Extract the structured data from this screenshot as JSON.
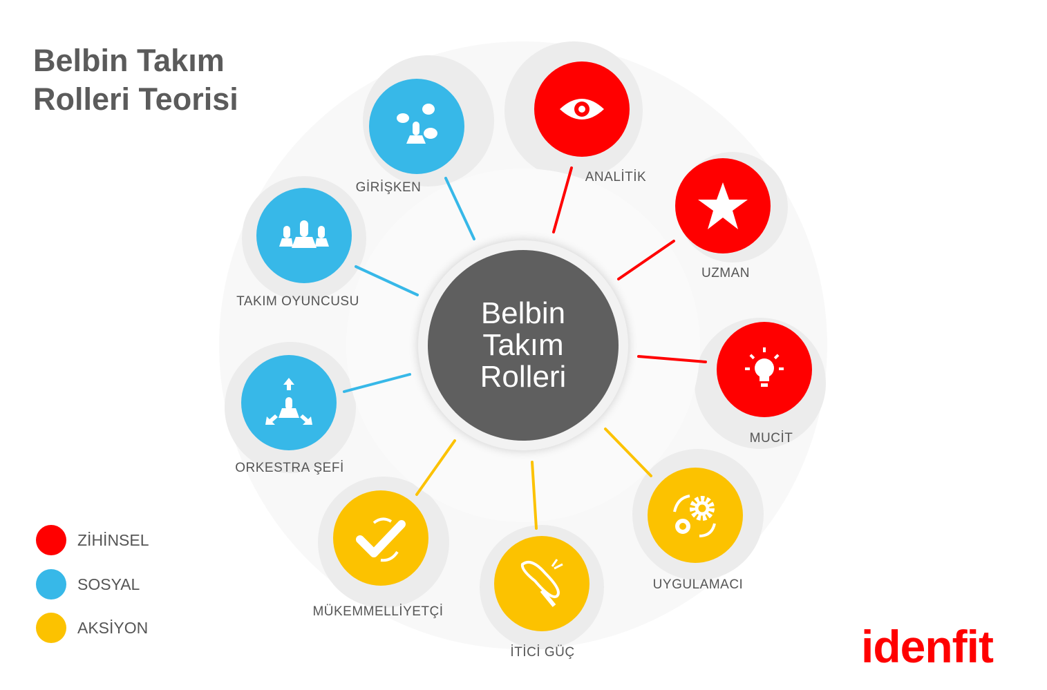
{
  "title": {
    "line1": "Belbin Takım",
    "line2": "Rolleri Teorisi"
  },
  "center": {
    "line1": "Belbin",
    "line2": "Takım",
    "line3": "Rolleri"
  },
  "colors": {
    "zihinsel": "#ff0000",
    "sosyal": "#37b8e8",
    "aksiyon": "#fcc200",
    "center": "#5f5f5f",
    "band": "#efefef"
  },
  "roles": [
    {
      "label": "GİRİŞKEN",
      "category": "sosyal",
      "icon": "speech-bubbles-icon"
    },
    {
      "label": "ANALİTİK",
      "category": "zihinsel",
      "icon": "eye-icon"
    },
    {
      "label": "UZMAN",
      "category": "zihinsel",
      "icon": "star-icon"
    },
    {
      "label": "MUCİT",
      "category": "zihinsel",
      "icon": "lightbulb-icon"
    },
    {
      "label": "UYGULAMACI",
      "category": "aksiyon",
      "icon": "gears-icon"
    },
    {
      "label": "İTİCİ GÜÇ",
      "category": "aksiyon",
      "icon": "whip-icon"
    },
    {
      "label": "MÜKEMMELLİYETÇİ",
      "category": "aksiyon",
      "icon": "checkmark-icon"
    },
    {
      "label": "ORKESTRA ŞEFİ",
      "category": "sosyal",
      "icon": "leader-arrows-icon"
    },
    {
      "label": "TAKIM OYUNCUSU",
      "category": "sosyal",
      "icon": "team-icon"
    }
  ],
  "legend": [
    {
      "label": "ZİHİNSEL",
      "category": "zihinsel"
    },
    {
      "label": "SOSYAL",
      "category": "sosyal"
    },
    {
      "label": "AKSİYON",
      "category": "aksiyon"
    }
  ],
  "logo": "idenfit"
}
